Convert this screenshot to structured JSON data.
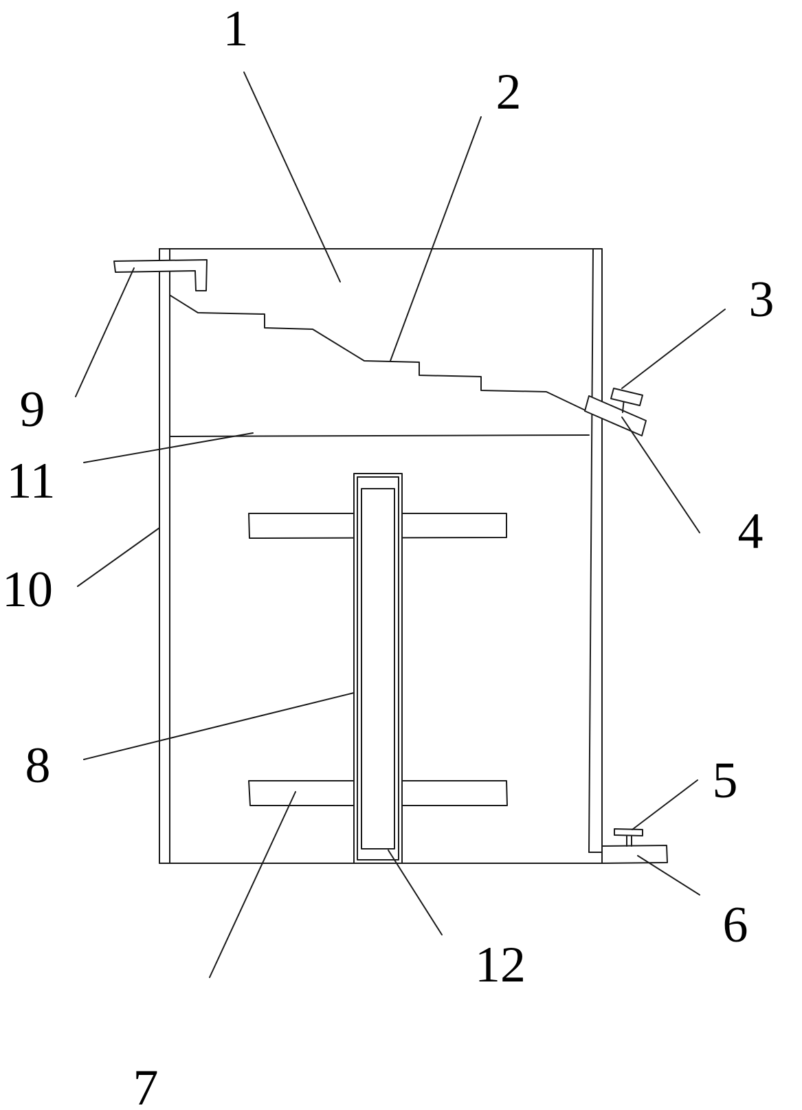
{
  "labels": {
    "l1": "1",
    "l2": "2",
    "l3": "3",
    "l4": "4",
    "l5": "5",
    "l6": "6",
    "l7": "7",
    "l8": "8",
    "l9": "9",
    "l10": "10",
    "l11": "11",
    "l12": "12"
  },
  "colors": {
    "line": "#1a1a1a",
    "background": "#ffffff"
  }
}
